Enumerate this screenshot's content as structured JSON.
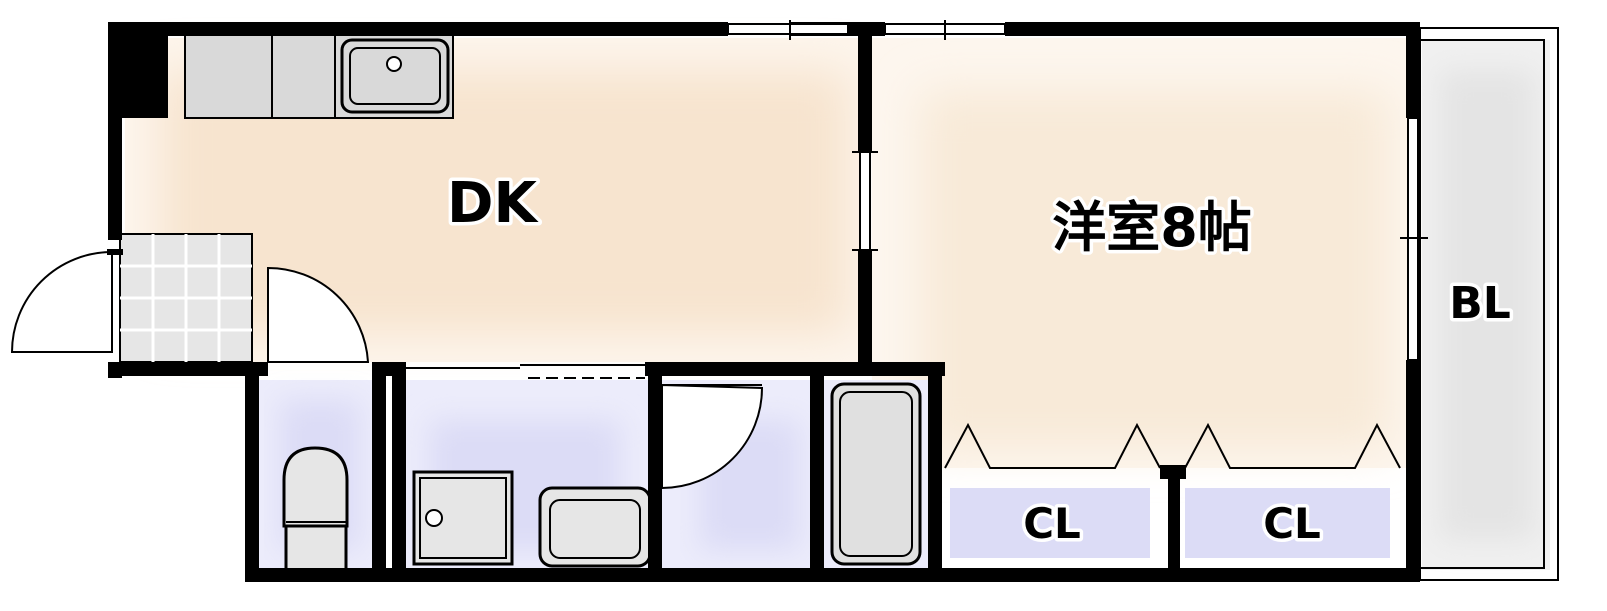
{
  "floor_plan": {
    "rooms": {
      "dk": {
        "label": "DK"
      },
      "western_room": {
        "label": "洋室8帖"
      },
      "balcony": {
        "label": "BL"
      },
      "closet_left": {
        "label": "CL"
      },
      "closet_right": {
        "label": "CL"
      }
    },
    "colors": {
      "dk_floor": "#f7e4cf",
      "western_floor": "#f8ead8",
      "wet_area": "#dcdcf6",
      "balcony": "#e4e4e4",
      "fixtures": "#d9d9d9",
      "walls": "#000000"
    }
  }
}
